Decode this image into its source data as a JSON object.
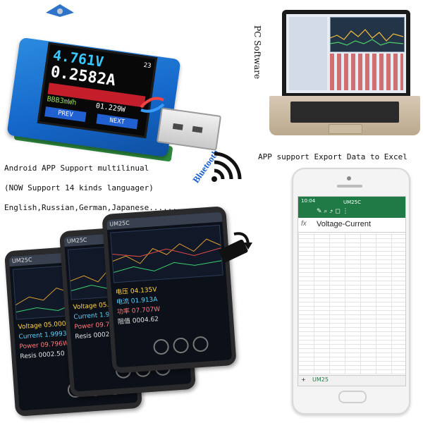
{
  "usb": {
    "voltage": "4.761V",
    "current": "0.2582A",
    "temp": "23",
    "mah": "BBB3mWh",
    "mw": "01.229W",
    "prev": "PREV",
    "next": "NEXT",
    "bluetooth": "Bluetooth"
  },
  "pc": {
    "label": "PC Software"
  },
  "captions": {
    "android": "Android APP Support multilinual",
    "now_support": "(NOW Support 14 kinds languager)",
    "languages": "English,Russian,German,Japanese......",
    "excel": "APP support Export Data to Excel"
  },
  "phones": [
    {
      "title": "UM25C",
      "voltage": "Voltage 05.000V",
      "current": "Current 1.9993A",
      "power": "Power 09.796W",
      "resis": "Resis 0002.50"
    },
    {
      "title": "UM25C",
      "voltage": "Voltage 05.000V",
      "current": "Current 1.9993A",
      "power": "Power 09.796W",
      "resis": "Resis 0002.50"
    },
    {
      "title": "UM25C",
      "voltage": "电压 04.135V",
      "current": "电流 01.913A",
      "power": "功率 07.707W",
      "resis": "阻值 0004.62"
    }
  ],
  "excel": {
    "time": "10:04",
    "title": "UM25C",
    "fx": "fx",
    "formula": "Voltage-Current",
    "sheet_tab": "UM25"
  },
  "colors": {
    "excel_green": "#1f7a45",
    "meter_blue": "#1466c8",
    "bt_blue": "#1a5fd0"
  }
}
